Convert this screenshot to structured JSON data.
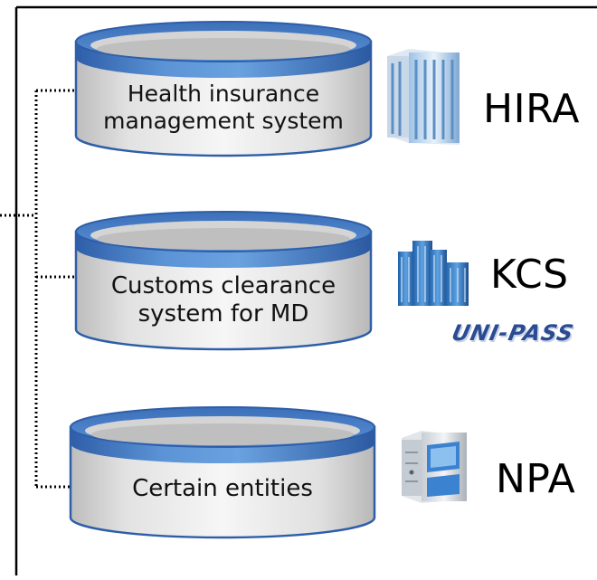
{
  "systems": [
    {
      "name_lines": [
        "Health insurance",
        "management system"
      ],
      "org": "HIRA",
      "org_icon": "office-tower-icon"
    },
    {
      "name_lines": [
        "Customs clearance",
        "system for MD"
      ],
      "org": "KCS",
      "org_icon": "building-cluster-icon",
      "brand_logo": "UNI-PASS"
    },
    {
      "name_lines": [
        "Certain entities"
      ],
      "org": "NPA",
      "org_icon": "server-tower-icon"
    }
  ],
  "colors": {
    "cylinder_blue": "#4a82c8",
    "cylinder_blue_dark": "#2e5ea8",
    "cylinder_gray": "#d6d6d6",
    "cylinder_gray_light": "#f4f4f4",
    "connector": "#000000",
    "logo_blue": "#2b4c92"
  }
}
